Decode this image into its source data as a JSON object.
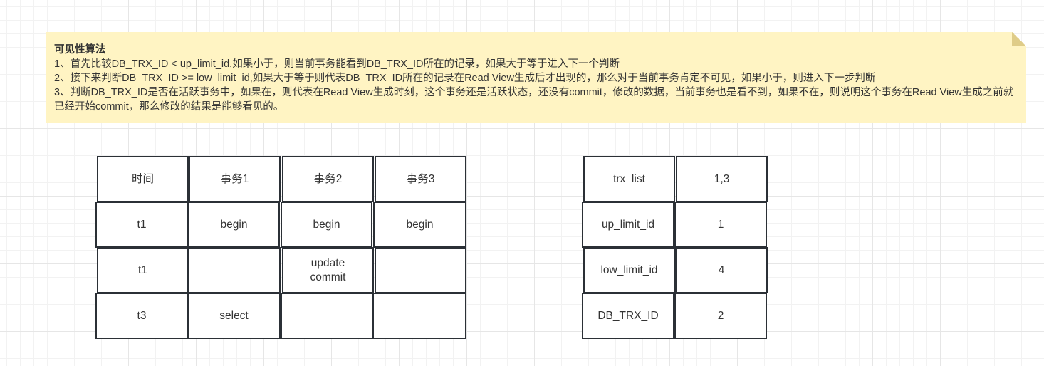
{
  "note": {
    "title": "可见性算法",
    "lines": [
      "1、首先比较DB_TRX_ID < up_limit_id,如果小于，则当前事务能看到DB_TRX_ID所在的记录，如果大于等于进入下一个判断",
      "2、接下来判断DB_TRX_ID >= low_limit_id,如果大于等于则代表DB_TRX_ID所在的记录在Read View生成后才出现的，那么对于当前事务肯定不可见，如果小于，则进入下一步判断",
      "3、判断DB_TRX_ID是否在活跃事务中，如果在，则代表在Read View生成时刻，这个事务还是活跃状态，还没有commit，修改的数据，当前事务也是看不到，如果不在，则说明这个事务在Read View生成之前就已经开始commit，那么修改的结果是能够看见的。"
    ],
    "background": "#fff4c3"
  },
  "transaction_table": {
    "headers": [
      "时间",
      "事务1",
      "事务2",
      "事务3"
    ],
    "rows": [
      [
        "t1",
        "begin",
        "begin",
        "begin"
      ],
      [
        "t1",
        "",
        "update\ncommit",
        ""
      ],
      [
        "t3",
        "select",
        "",
        ""
      ]
    ]
  },
  "read_view_table": {
    "rows": [
      [
        "trx_list",
        "1,3"
      ],
      [
        "up_limit_id",
        "1"
      ],
      [
        "low_limit_id",
        "4"
      ],
      [
        "DB_TRX_ID",
        "2"
      ]
    ]
  }
}
